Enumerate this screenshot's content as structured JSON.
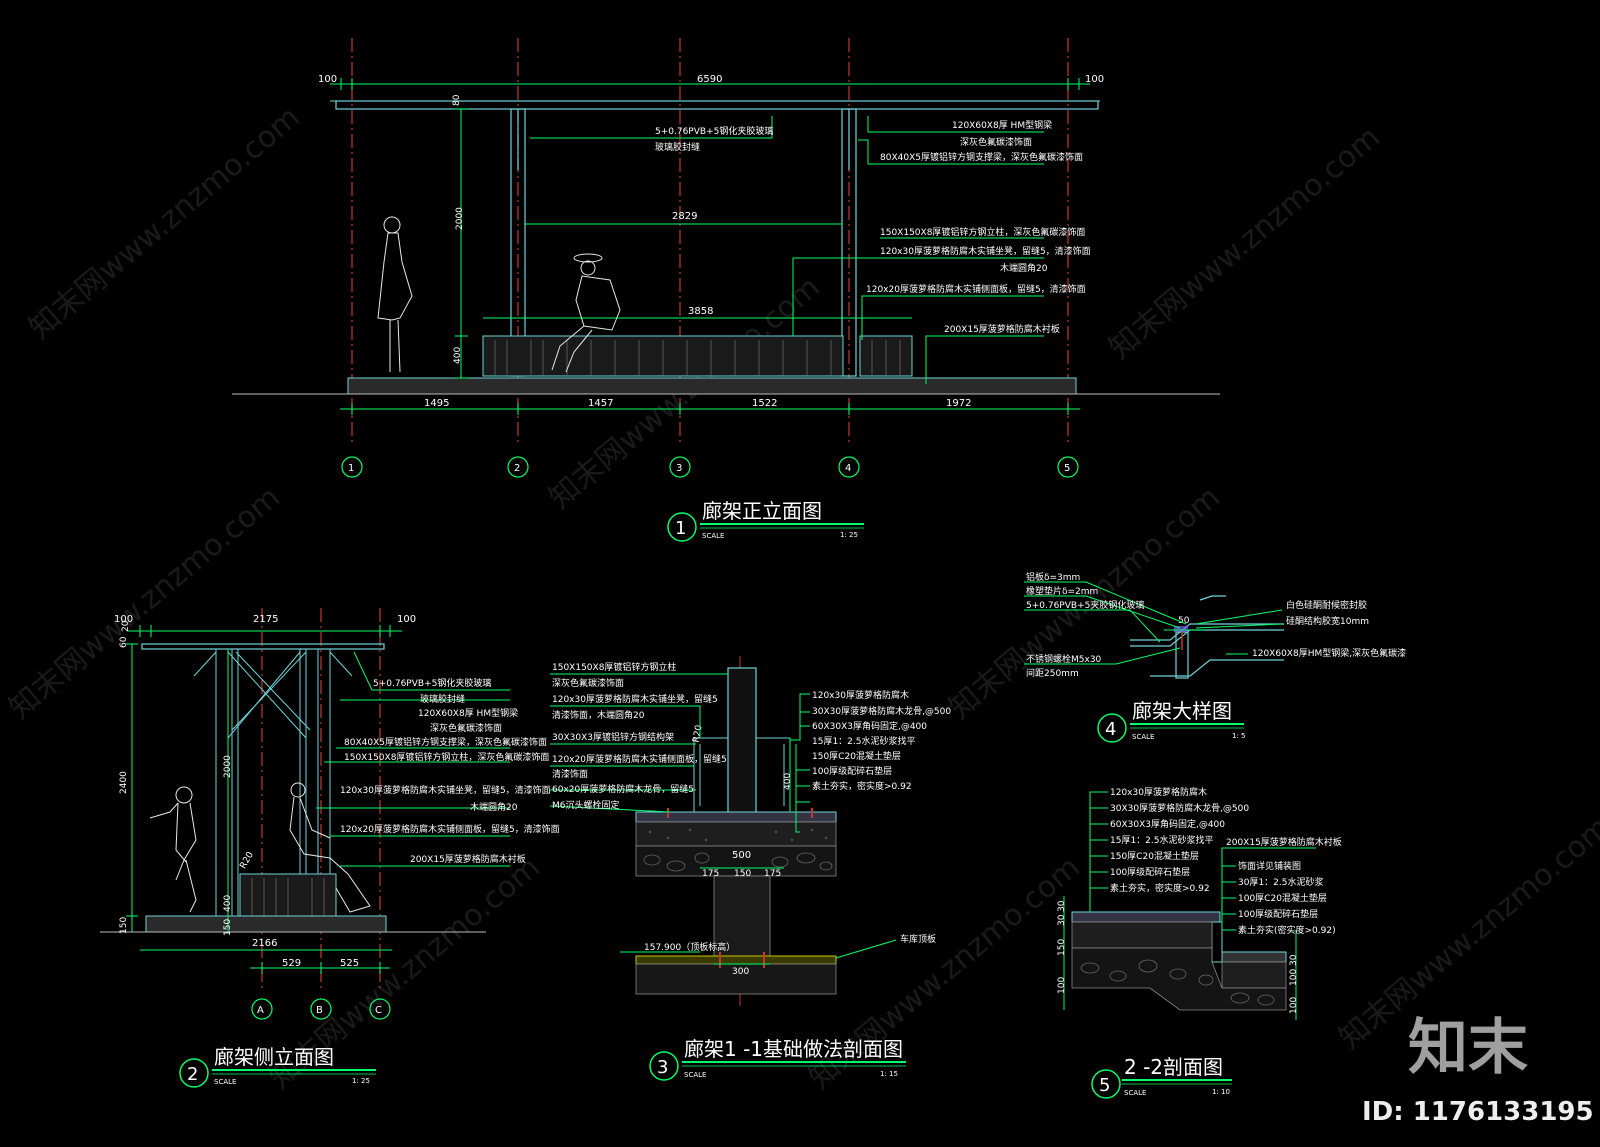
{
  "colors": {
    "background": "#000000",
    "axis": "#c0392b",
    "dim": "#00ff66",
    "structure": "#6fd3d8",
    "text": "#ffffff"
  },
  "watermark": {
    "text": "知末网www.znzmo.com",
    "brand": "知末",
    "id": "ID: 1176133195"
  },
  "view1": {
    "title": "廊架正立面图",
    "num": "1",
    "scale_label": "SCALE",
    "scale": "1: 25",
    "dims_top": [
      "100",
      "6590",
      "100"
    ],
    "dims_bottom": [
      "1495",
      "1457",
      "1522",
      "1972"
    ],
    "dims_inner": [
      "2829",
      "3858"
    ],
    "dims_vert": [
      "80",
      "2000",
      "400"
    ],
    "axes": [
      "1",
      "2",
      "3",
      "4",
      "5"
    ],
    "notes": [
      "5+0.76PVB+5钢化夹胶玻璃",
      "玻璃胶封缝",
      "120X60X8厚 HM型钢梁",
      "深灰色氟碳漆饰面",
      "80X40X5厚镀铝锌方钢支撑梁，深灰色氟碳漆饰面",
      "150X150X8厚镀铝锌方钢立柱，深灰色氟碳漆饰面",
      "120x30厚菠萝格防腐木实铺坐凳，留缝5，清漆饰面",
      "木端圆角20",
      "120x20厚菠萝格防腐木实铺侧面板，留缝5，清漆饰面",
      "200X15厚菠萝格防腐木衬板"
    ]
  },
  "view2": {
    "title": "廊架侧立面图",
    "num": "2",
    "scale_label": "SCALE",
    "scale": "1: 25",
    "dims_top": [
      "100",
      "2175",
      "100"
    ],
    "dims_bottom": [
      "2166",
      "529",
      "525"
    ],
    "dims_vert": [
      "60",
      "20",
      "2400",
      "2000",
      "400",
      "150",
      "150"
    ],
    "r_label": "R20",
    "axes": [
      "A",
      "B",
      "C"
    ],
    "notes": [
      "5+0.76PVB+5钢化夹胶玻璃",
      "玻璃胶封缝",
      "120X60X8厚 HM型钢梁",
      "深灰色氟碳漆饰面",
      "80X40X5厚镀铝锌方钢支撑梁，深灰色氟碳漆饰面",
      "150X150X8厚镀铝锌方钢立柱，深灰色氟碳漆饰面",
      "120x30厚菠萝格防腐木实铺坐凳，留缝5，清漆饰面",
      "木端圆角20",
      "120x20厚菠萝格防腐木实铺侧面板，留缝5，清漆饰面",
      "200X15厚菠萝格防腐木衬板"
    ]
  },
  "view3": {
    "title": "廊架1 -1基础做法剖面图",
    "num": "3",
    "scale_label": "SCALE",
    "scale": "1: 15",
    "dims": [
      "500",
      "175",
      "150",
      "175",
      "300",
      "400"
    ],
    "r_label": "R20",
    "elevation": "157.900（顶板标高）",
    "roof_label": "车库顶板",
    "notes_left": [
      "150X150X8厚镀铝锌方钢立柱",
      "深灰色氟碳漆饰面",
      "120x30厚菠萝格防腐木实铺坐凳，留缝5",
      "清漆饰面，木端圆角20",
      "30X30X3厚镀铝锌方钢结构架",
      "120x20厚菠萝格防腐木实铺侧面板，留缝5",
      "清漆饰面",
      "60x20厚菠萝格防腐木龙骨，留缝5",
      "M6沉头螺栓固定"
    ],
    "notes_right": [
      "120x30厚菠萝格防腐木",
      "30X30厚菠萝格防腐木龙骨,@500",
      "60X30X3厚角码固定,@400",
      "15厚1：2.5水泥砂浆找平",
      "150厚C20混凝土垫层",
      "100厚级配碎石垫层",
      "素土夯实，密实度>0.92"
    ]
  },
  "view4": {
    "title": "廊架大样图",
    "num": "4",
    "scale_label": "SCALE",
    "scale": "1: 5",
    "dim": "50",
    "notes_left": [
      "铝板δ=3mm",
      "橡塑垫片δ=2mm",
      "5+0.76PVB+5夹胶钢化玻璃",
      "不锈钢螺栓M5x30",
      "间距250mm"
    ],
    "notes_right": [
      "白色硅酮耐候密封胶",
      "硅酮结构胶宽10mm",
      "120X60X8厚HM型钢梁,深灰色氟碳漆"
    ]
  },
  "view5": {
    "title": "2 -2剖面图",
    "num": "5",
    "scale_label": "SCALE",
    "scale": "1: 10",
    "dims_left": [
      "30",
      "30",
      "150",
      "100"
    ],
    "dims_right": [
      "30",
      "100",
      "100"
    ],
    "notes_left": [
      "120x30厚菠萝格防腐木",
      "30X30厚菠萝格防腐木龙骨,@500",
      "60X30X3厚角码固定,@400",
      "15厚1：2.5水泥砂浆找平",
      "150厚C20混凝土垫层",
      "100厚级配碎石垫层",
      "素土夯实，密实度>0.92"
    ],
    "notes_right": [
      "200X15厚菠萝格防腐木衬板",
      "饰面详见铺装图",
      "30厚1：2.5水泥砂浆",
      "100厚C20混凝土垫层",
      "100厚级配碎石垫层",
      "素土夯实(密实度>0.92)"
    ]
  }
}
